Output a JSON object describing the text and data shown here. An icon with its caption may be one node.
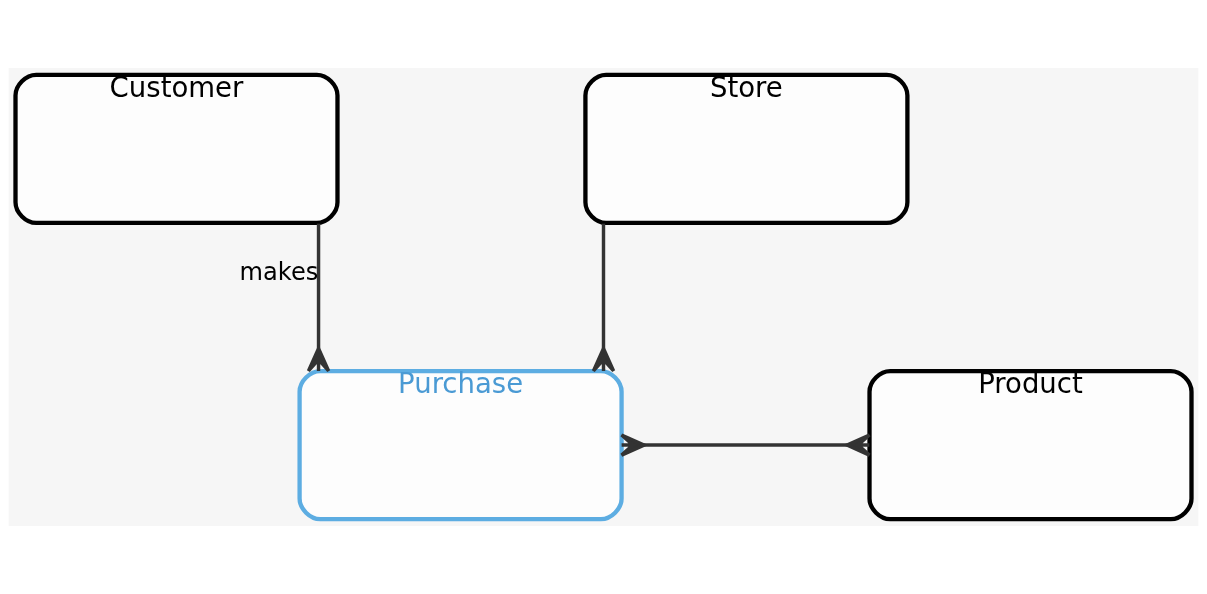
{
  "diagram": {
    "nodes": [
      {
        "text": [
          "Customer"
        ]
      },
      {
        "text": [
          "Store"
        ]
      },
      {
        "text": [
          "Purchase"
        ]
      },
      {
        "text": [
          "Product"
        ]
      }
    ],
    "edges": [
      {
        "from": 0,
        "to": 2,
        "arrow": "other",
        "label": "makes"
      },
      {
        "from": 1,
        "to": 2,
        "arrow": "other"
      },
      {
        "from": 2,
        "to": 3,
        "arrow": "other"
      }
    ]
  }
}
